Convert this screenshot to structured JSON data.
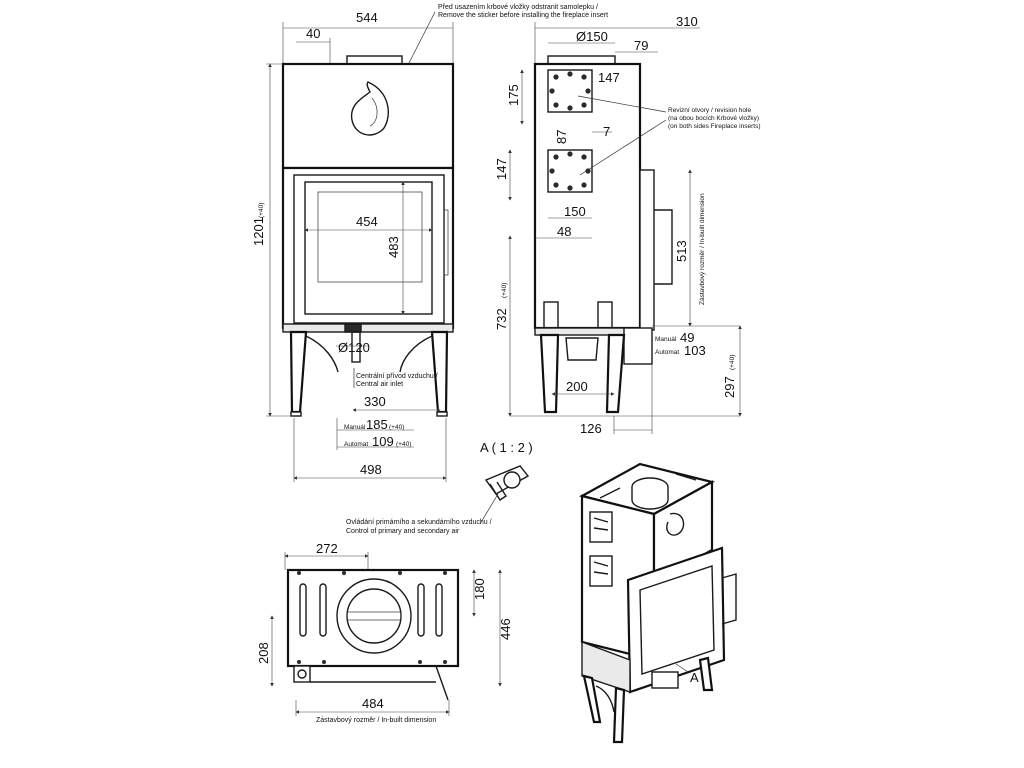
{
  "front": {
    "width": "544",
    "offset_left": "40",
    "height": "1201",
    "height_note": "(+40)",
    "glass_width": "454",
    "glass_height": "483",
    "air_diameter": "Ø120",
    "air_label_cz": "Centrální přívod vzduchu /",
    "air_label_en": "Central air inlet",
    "air_width": "330",
    "manual_label": "Manuál",
    "manual_value": "185",
    "manual_note": "(+40)",
    "automat_label": "Automat",
    "automat_value": "109",
    "automat_note": "(+40)",
    "base_width": "498",
    "sticker_note_cz": "Před usazením krbové vložky odstranit samolepku /",
    "sticker_note_en": "Remove the sticker before installing the fireplace insert"
  },
  "side": {
    "depth": "310",
    "flue_diameter": "Ø150",
    "flue_offset": "79",
    "hole_size": "147",
    "hole_top": "175",
    "hole_gap": "87",
    "hole_offset": "7",
    "hole_height": "147",
    "hole_width": "150",
    "hole_left": "48",
    "height": "732",
    "height_note": "(+40)",
    "door_height": "513",
    "inbuilt_note_cz": "Zástavbový rozměr / In-built dimension",
    "revision_cz": "Revizní otvory / revision hole",
    "revision_sub_cz": "(na obou bocích Krbové vložky)",
    "revision_sub_en": "(on both sides Fireplace inserts)",
    "manual_label": "Manuál",
    "manual_value": "49",
    "automat_label": "Automat",
    "automat_value": "103",
    "leg_height": "297",
    "leg_note": "(+40)",
    "foot_width": "200",
    "foot_offset": "126"
  },
  "detail": {
    "title": "A ( 1 : 2 )",
    "control_cz": "Ovládání primárního a sekundárního vzduchu /",
    "control_en": "Control of primary and secondary air"
  },
  "top": {
    "flue_offset": "272",
    "flue_depth": "180",
    "depth": "446",
    "left_depth": "208",
    "width": "484",
    "inbuilt_note": "Zástavbový rozměr / In-built dimension"
  },
  "iso": {
    "detail_marker": "A"
  }
}
